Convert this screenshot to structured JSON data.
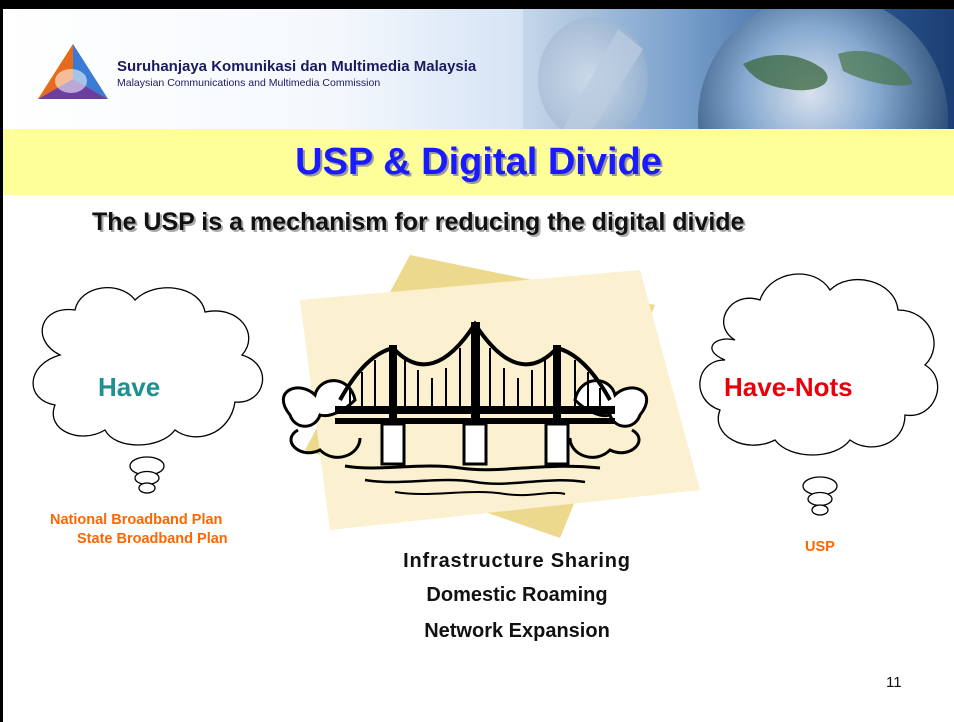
{
  "header": {
    "org_name_ms": "Suruhanjaya Komunikasi dan Multimedia Malaysia",
    "org_name_en": "Malaysian Communications and Multimedia Commission"
  },
  "slide": {
    "title": "USP & Digital Divide",
    "subtitle": "The USP is a mechanism for reducing the digital divide",
    "page_number": "11"
  },
  "diagram": {
    "left_cloud_label": "Have",
    "right_cloud_label": "Have-Nots",
    "left_notes": [
      "National Broadband Plan",
      "State Broadband Plan"
    ],
    "right_note": "USP",
    "bridge_strategies": [
      "Infrastructure Sharing",
      "Domestic Roaming",
      "Network Expansion"
    ]
  },
  "colors": {
    "title": "#1a1aff",
    "title_bar": "#ffff99",
    "have": "#1f8f8f",
    "have_nots": "#e8000b",
    "notes": "#ff6600"
  }
}
